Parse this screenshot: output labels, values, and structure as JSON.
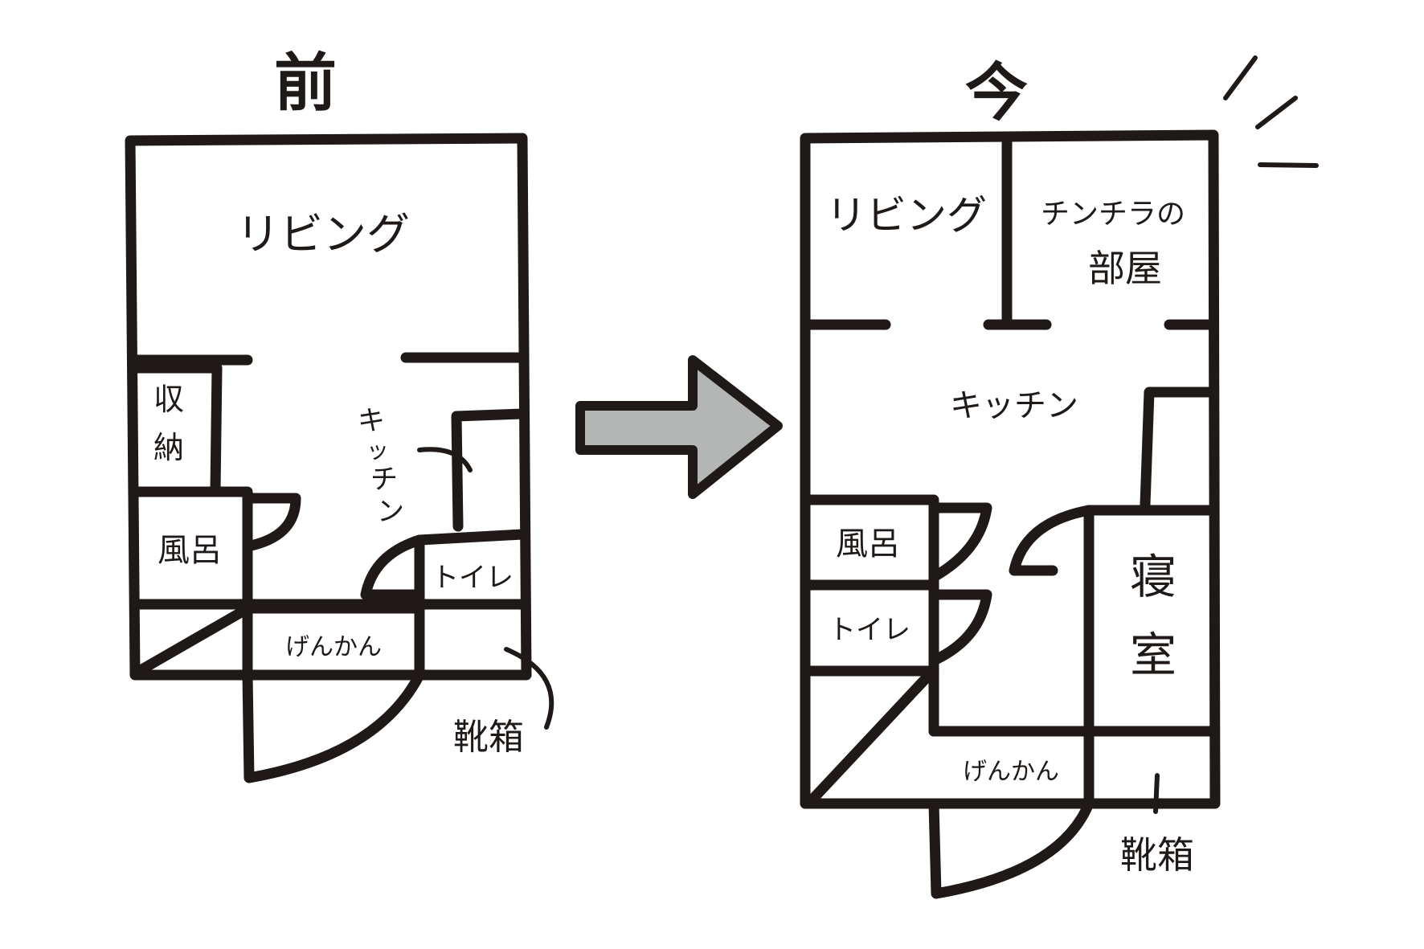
{
  "before": {
    "title": "前",
    "rooms": {
      "living": "リビング",
      "storage_1": "収",
      "storage_2": "納",
      "kitchen_vertical": [
        "キ",
        "ッ",
        "チ",
        "ン"
      ],
      "bath": "風呂",
      "toilet": "トイレ",
      "entrance": "げんかん",
      "shoe_box": "靴箱"
    }
  },
  "after": {
    "title": "今",
    "rooms": {
      "living": "リビング",
      "chinchira_room_1": "チンチラの",
      "chinchira_room_2": "部屋",
      "kitchen": "キッチン",
      "bath": "風呂",
      "toilet": "トイレ",
      "bedroom_1": "寝",
      "bedroom_2": "室",
      "entrance": "げんかん",
      "shoe_box": "靴箱"
    }
  },
  "colors": {
    "ink": "#1f1a17",
    "arrow_fill": "#b4b5b5",
    "background": "#ffffff"
  },
  "icons": {
    "transition_arrow": "right-arrow-icon",
    "emphasis": "sparkle-lines-icon"
  }
}
